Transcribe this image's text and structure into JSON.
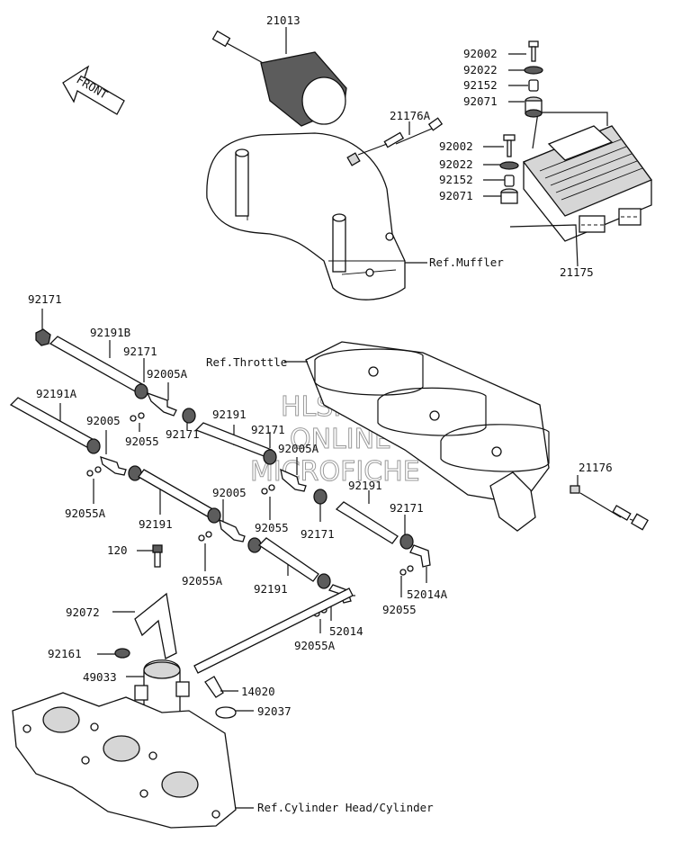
{
  "labels": {
    "p21013": "21013",
    "p92002a": "92002",
    "p92022a": "92022",
    "p92152a": "92152",
    "p92071a": "92071",
    "p21176A": "21176A",
    "p92002b": "92002",
    "p92022b": "92022",
    "p92152b": "92152",
    "p92071b": "92071",
    "ref_muffler": "Ref.Muffler",
    "p21175": "21175",
    "p92171a": "92171",
    "p92191B": "92191B",
    "p92171b": "92171",
    "ref_throttle": "Ref.Throttle",
    "p92005Aa": "92005A",
    "p92191A": "92191A",
    "p92005a": "92005",
    "p92055a": "92055",
    "p92171c": "92171",
    "p92191a": "92191",
    "p92171d": "92171",
    "p92005Ab": "92005A",
    "p21176": "21176",
    "p92055Aa": "92055A",
    "p92191b": "92191",
    "p92005b": "92005",
    "p92055b": "92055",
    "p92171e": "92171",
    "p92191c": "92191",
    "p92171f": "92171",
    "p120": "120",
    "p92055Ab": "92055A",
    "p92191d": "92191",
    "p52014A": "52014A",
    "p92055c": "92055",
    "p92072": "92072",
    "p52014": "52014",
    "p92055Ac": "92055A",
    "p92161": "92161",
    "p49033": "49033",
    "p14020": "14020",
    "p92037": "92037",
    "ref_cyl": "Ref.Cylinder Head/Cylinder"
  },
  "front_label": "FRONT",
  "watermark": [
    "HLSM'S",
    "ONLINE",
    "MICROFICHE"
  ]
}
